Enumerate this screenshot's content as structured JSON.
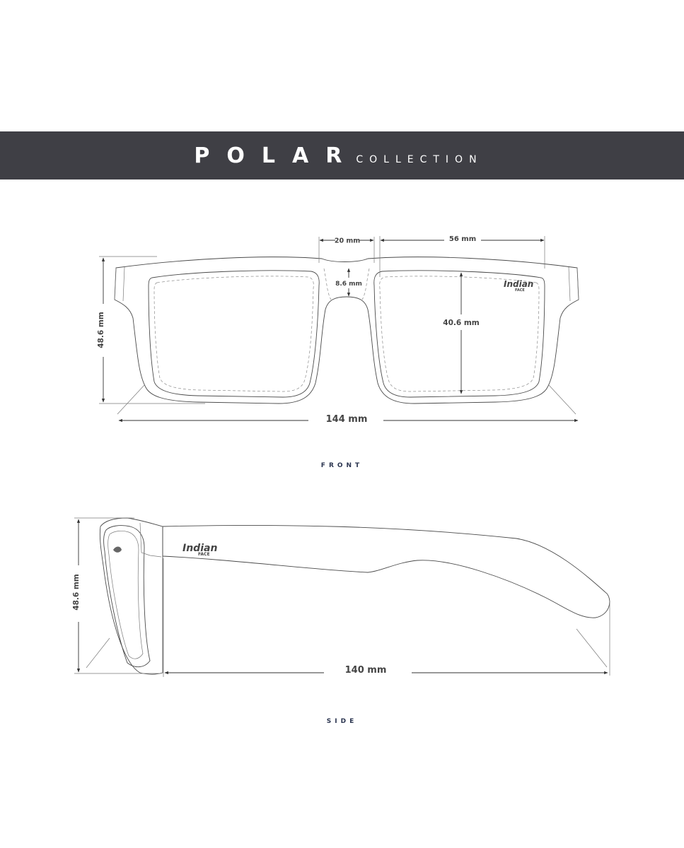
{
  "header": {
    "brand": "POLAR",
    "subtitle": "COLLECTION",
    "background": "#3f3f45"
  },
  "front": {
    "caption": "FRONT",
    "bridge_width": "20 mm",
    "lens_width": "56 mm",
    "bridge_height": "8.6 mm",
    "lens_height": "40.6 mm",
    "frame_height": "48.6 mm",
    "total_width": "144 mm"
  },
  "side": {
    "caption": "SIDE",
    "frame_height": "48.6 mm",
    "temple_length": "140 mm"
  },
  "logo": {
    "text_top": "Indian",
    "text_bottom": "FACE"
  },
  "icons": [
    "logo-icon"
  ]
}
